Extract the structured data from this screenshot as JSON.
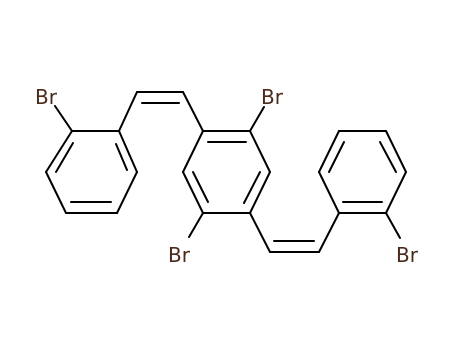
{
  "molecule": {
    "atom_color": "#4a2a1a",
    "bond_color": "#000000",
    "labels": {
      "br_left_ring": "Br",
      "br_central_top": "Br",
      "br_central_bottom": "Br",
      "br_right_ring": "Br"
    }
  }
}
